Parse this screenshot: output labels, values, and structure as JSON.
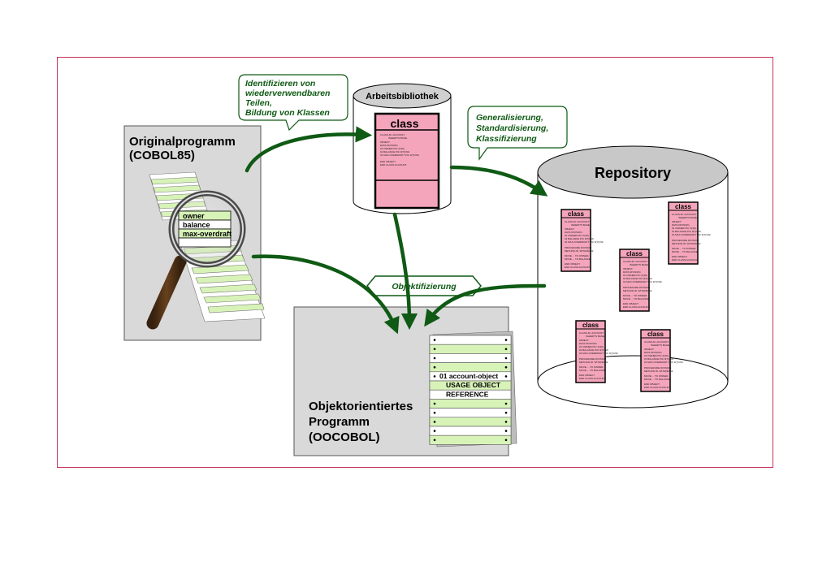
{
  "original": {
    "title_line1": "Originalprogramm",
    "title_line2": "(COBOL85)"
  },
  "fields": [
    "owner",
    "balance",
    "max-overdraft"
  ],
  "bubble_identify": {
    "lines": [
      "Identifizieren von",
      "wiederverwendbaren",
      "Teilen,",
      "Bildung von Klassen"
    ]
  },
  "library": {
    "title": "Arbeitsbibliothek",
    "class_label": "class"
  },
  "bubble_generalize": {
    "lines": [
      "Generalisierung,",
      "Standardisierung,",
      "Klassifizierung"
    ]
  },
  "repository": {
    "title": "Repository",
    "class_label": "class"
  },
  "objectify": {
    "label": "Objektifizierung"
  },
  "oo_program": {
    "title_line1": "Objektorientiertes",
    "title_line2": "Programm",
    "title_line3": "(OOCOBOL)",
    "rows": [
      "01 account-object",
      "USAGE OBJECT",
      "REFERENCE"
    ]
  },
  "colors": {
    "border": "#c8325a",
    "arrow": "#0f5a14",
    "bubble_text": "#0f5a14",
    "class_fill": "#f5a5bb",
    "class_border": "#000000",
    "panel_gray": "#d9d9d9",
    "listing_green": "#d8f3b8",
    "repo_ellipse": "#c8c8c8"
  }
}
